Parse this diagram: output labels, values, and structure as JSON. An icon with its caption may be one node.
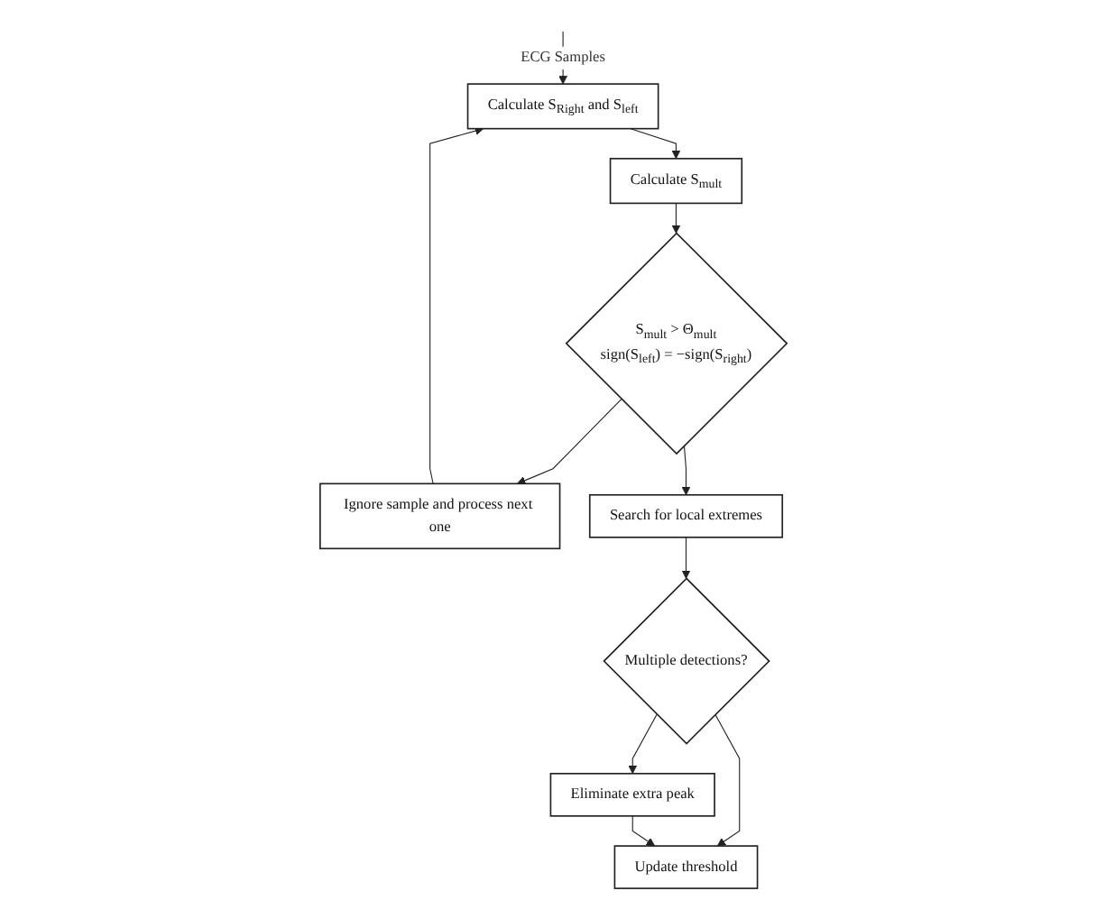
{
  "diagram": {
    "nodes": [
      {
        "text": [
          "Calculate S$_{Right}$ and S$_{left}$"
        ]
      },
      {
        "text": [
          "Calculate S$_{mult}$"
        ]
      },
      {
        "text": [
          "Ignore sample and process next one"
        ]
      },
      {
        "text": [
          "S$_{mult}$ > Θ$_{mult}$",
          "sign(S$_{left}$) = −sign(S$_{right}$)"
        ]
      },
      {
        "text": [
          "Search for local extremes"
        ]
      },
      {
        "text": [
          "Multiple detections?"
        ]
      },
      {
        "text": [
          "Eliminate extra peak"
        ]
      },
      {
        "text": [
          "Update threshold"
        ]
      }
    ],
    "edges": [
      {
        "from": null,
        "to": 0,
        "arrow": "to",
        "label": "ECG Samples"
      },
      {
        "from": 0,
        "to": 1,
        "arrow": "to"
      },
      {
        "from": 1,
        "to": 3,
        "arrow": "to"
      },
      {
        "from": 3,
        "to": 2,
        "arrow": "to"
      },
      {
        "from": 2,
        "to": 0,
        "arrow": "to"
      },
      {
        "from": 3,
        "to": 4,
        "arrow": "to"
      },
      {
        "from": 4,
        "to": 5,
        "arrow": "to"
      },
      {
        "from": 5,
        "to": 6,
        "arrow": "to"
      },
      {
        "from": 5,
        "to": 7,
        "arrow": "to"
      },
      {
        "from": 6,
        "to": 7,
        "arrow": "to"
      }
    ]
  }
}
